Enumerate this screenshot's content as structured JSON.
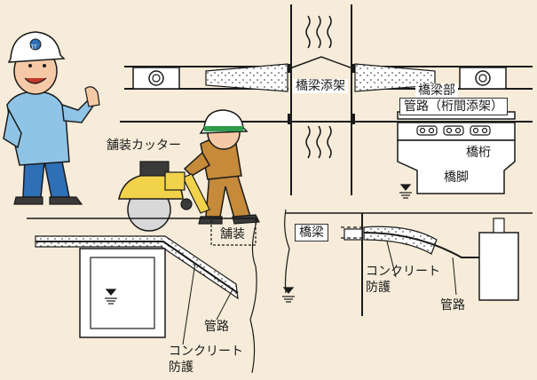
{
  "labels": {
    "bridge_attached": "橋梁添架",
    "bridge_section_line1": "橋梁部",
    "bridge_section_line2": "管路（桁間添架）",
    "bridge_girder": "橋桁",
    "bridge_pier": "橋脚",
    "paving_cutter": "舗装カッター",
    "pavement": "舗装",
    "bridge": "橋梁",
    "conduit_left": "管路",
    "concrete_protection_left_line1": "コンクリート",
    "concrete_protection_left_line2": "防護",
    "concrete_protection_right_line1": "コンクリート",
    "concrete_protection_right_line2": "防護",
    "conduit_right": "管路"
  },
  "helmet_logo": "NTT",
  "colors": {
    "background": "#f6ecd9",
    "outline": "#1a1a1a",
    "shirt_blue": "#8fc4e6",
    "pants_blue": "#2e6fb6",
    "worker_brown": "#c58a3a",
    "helmet_green": "#2e9a4a",
    "cutter_yellow": "#f2d24b",
    "skin": "#f6c9a6"
  }
}
